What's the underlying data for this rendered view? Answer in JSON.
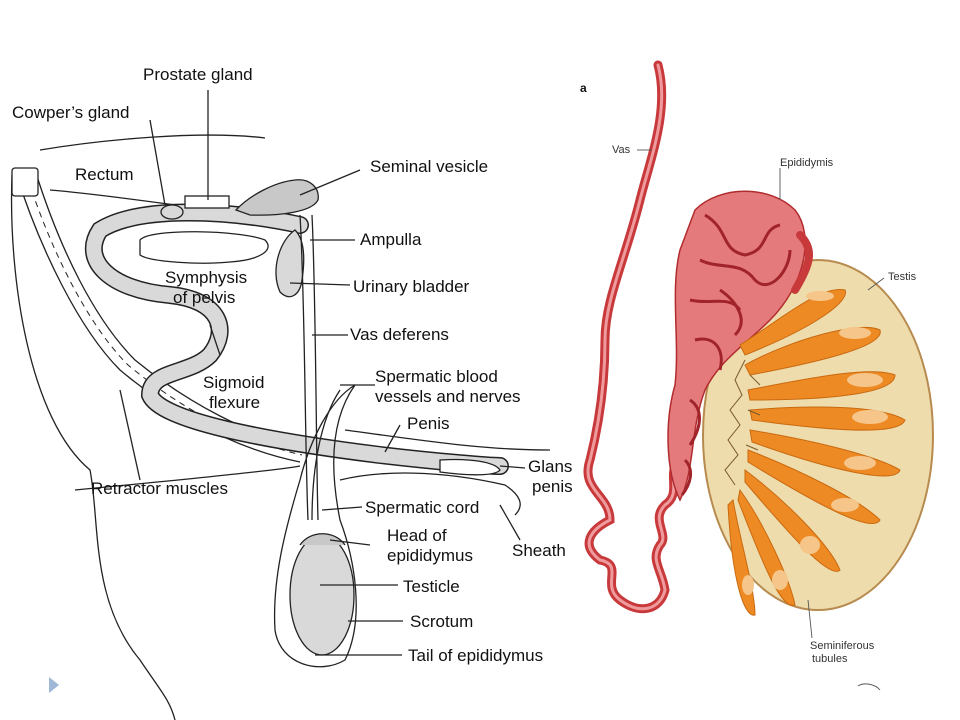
{
  "left_diagram": {
    "labels": {
      "prostate_gland": "Prostate gland",
      "cowpers_gland": "Cowper’s gland",
      "rectum": "Rectum",
      "seminal_vesicle": "Seminal vesicle",
      "ampulla": "Ampulla",
      "symphysis_1": "Symphysis",
      "symphysis_2": "of pelvis",
      "urinary_bladder": "Urinary bladder",
      "vas_deferens": "Vas deferens",
      "sigmoid_1": "Sigmoid",
      "sigmoid_2": "flexure",
      "spermatic_bv_1": "Spermatic blood",
      "spermatic_bv_2": "vessels and nerves",
      "penis": "Penis",
      "glans_1": "Glans",
      "glans_2": "penis",
      "retractor_muscles": "Retractor muscles",
      "spermatic_cord": "Spermatic cord",
      "head_epi_1": "Head of",
      "head_epi_2": "epididymus",
      "sheath": "Sheath",
      "testicle": "Testicle",
      "scrotum": "Scrotum",
      "tail_epididymus": "Tail of epididymus"
    }
  },
  "right_diagram": {
    "panel_letter": "a",
    "labels": {
      "vas": "Vas",
      "epididymis": "Epididymis",
      "testis": "Testis",
      "seminiferous_1": "Seminiferous",
      "seminiferous_2": "tubules"
    }
  },
  "colors": {
    "tubule_red": "#c8393b",
    "testis_fill": "#eedcac",
    "lobule_orange": "#ee8a24",
    "organ_gray": "#d9d9d9",
    "nav_arrow": "#9fb8d8"
  },
  "icons": {
    "nav": "next-slide-triangle-icon"
  }
}
